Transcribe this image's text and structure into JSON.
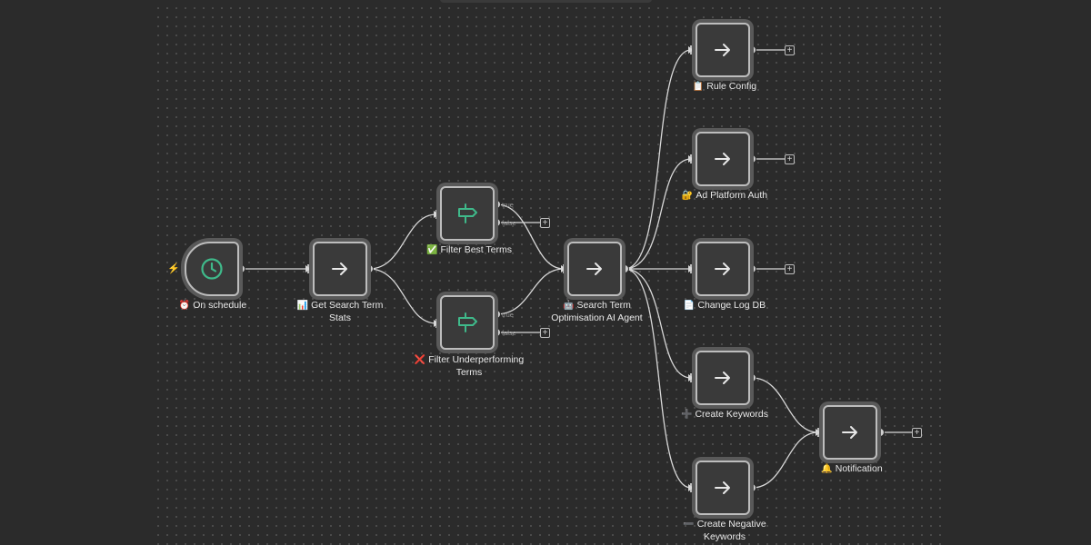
{
  "nodes": {
    "on_schedule": {
      "label": "On schedule",
      "emoji": "⏰"
    },
    "get_search_term_stats": {
      "label": "Get Search Term Stats",
      "emoji": "📊"
    },
    "filter_best_terms": {
      "label": "Filter Best Terms",
      "emoji": "✅"
    },
    "filter_underperforming_terms": {
      "label": "Filter Underperforming Terms",
      "emoji": "❌"
    },
    "ai_agent": {
      "label": "Search Term Optimisation AI Agent",
      "emoji": "🤖"
    },
    "rule_config": {
      "label": "Rule Config",
      "emoji": "📋"
    },
    "ad_platform_auth": {
      "label": "Ad Platform Auth",
      "emoji": "🔐"
    },
    "change_log_db": {
      "label": "Change Log DB",
      "emoji": "📄"
    },
    "create_keywords": {
      "label": "Create Keywords",
      "emoji": "➕"
    },
    "create_negative_keywords": {
      "label": "Create Negative Keywords",
      "emoji": "➖"
    },
    "notification": {
      "label": "Notification",
      "emoji": "🔔"
    }
  },
  "ports": {
    "true_label": "true",
    "false_label": "false"
  },
  "icons": {
    "trigger": "clock-icon",
    "action": "arrow-right-icon",
    "filter": "signpost-icon",
    "add": "plus-icon",
    "manual_trigger": "lightning-icon"
  },
  "colors": {
    "canvas": "#2b2b2b",
    "node_fill": "#3a3a3a",
    "node_border": "#bdbdbd",
    "connection": "#d8d8d8",
    "trigger_icon": "#3fb98a",
    "filter_icon": "#3fb98a",
    "bolt": "#e05a5a"
  }
}
